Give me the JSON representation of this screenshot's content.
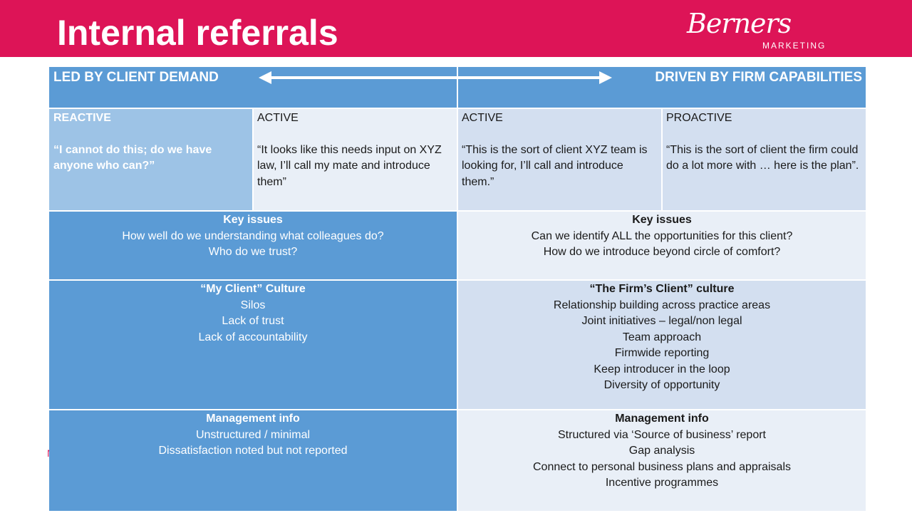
{
  "title": "Internal referrals",
  "logo": {
    "script": "Berners",
    "sub": "MARKETING"
  },
  "stray_mark": "N",
  "header": {
    "left": "LED BY CLIENT DEMAND",
    "right": "DRIVEN BY FIRM CAPABILITIES"
  },
  "stages": [
    {
      "label": "REACTIVE",
      "quote": "“I cannot do this; do we have anyone who can?”"
    },
    {
      "label": "ACTIVE",
      "quote": "“It looks like this needs input on XYZ law, I’ll call my mate and introduce them”"
    },
    {
      "label": "ACTIVE",
      "quote": "“This is the sort of client XYZ team is looking for, I’ll call and introduce them.”"
    },
    {
      "label": "PROACTIVE",
      "quote": "“This is the sort of client the firm could do a lot more with … here is the plan”."
    }
  ],
  "key_issues": {
    "left": {
      "title": "Key issues",
      "lines": [
        "How well do we understanding what colleagues do?",
        "Who do we trust?"
      ]
    },
    "right": {
      "title": "Key issues",
      "lines": [
        "Can we identify ALL the opportunities for this client?",
        "How do we introduce beyond circle of comfort?"
      ]
    }
  },
  "culture": {
    "left": {
      "title": "“My Client” Culture",
      "lines": [
        "Silos",
        "Lack of trust",
        "Lack of accountability"
      ]
    },
    "right": {
      "title": "“The Firm’s Client” culture",
      "lines": [
        "Relationship building across practice areas",
        "Joint initiatives – legal/non legal",
        "Team approach",
        "Firmwide reporting",
        "Keep introducer in the loop",
        "Diversity of opportunity"
      ]
    }
  },
  "management": {
    "left": {
      "title": "Management info",
      "lines": [
        "Unstructured / minimal",
        "Dissatisfaction noted but not reported"
      ]
    },
    "right": {
      "title": "Management info",
      "lines": [
        "Structured via ‘Source of business’ report",
        "Gap analysis",
        "Connect to personal business plans and appraisals",
        "Incentive programmes"
      ]
    }
  },
  "colors": {
    "banner": "#dd1457",
    "header_blue": "#5b9bd5",
    "reactive_blue": "#9dc3e6",
    "light_blue": "#e9eff7",
    "mid_blue": "#d3dff0"
  }
}
